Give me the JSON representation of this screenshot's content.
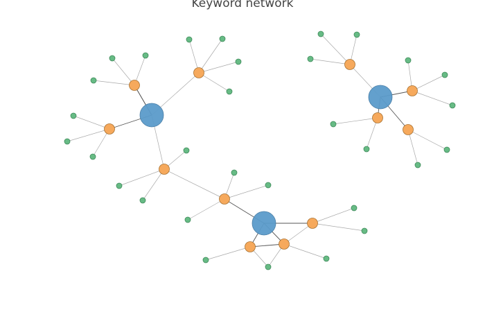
{
  "title": "Keyword network",
  "colors": {
    "hub": "#5b9bca",
    "hub_stroke": "#4a7ea6",
    "mid": "#f6a95c",
    "mid_stroke": "#a87232",
    "leaf": "#67bb85",
    "leaf_stroke": "#3f8a5a",
    "edge_strong": "#555555",
    "edge_weak": "#a8a8a8"
  },
  "node_types": [
    "hub",
    "keyword",
    "term"
  ],
  "node_count": 50,
  "edge_count": 51
}
